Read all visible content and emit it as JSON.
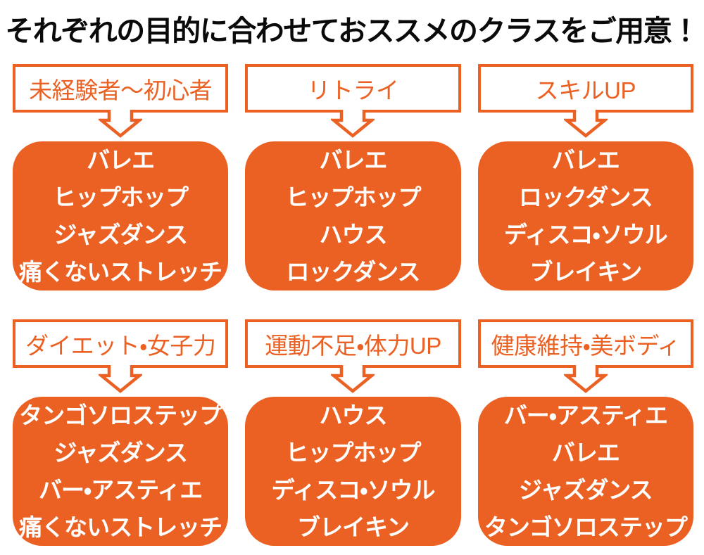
{
  "title": "それぞれの目的に合わせておススメのクラスをご用意！",
  "colors": {
    "accent": "#EB6123",
    "text_on_accent": "#FFFFFF",
    "title_color": "#0A0A0A"
  },
  "icons": {
    "down_arrow": "down-arrow-icon"
  },
  "groups": [
    {
      "label": "未経験者～初心者",
      "items": [
        "バレエ",
        "ヒップホップ",
        "ジャズダンス",
        "痛くないストレッチ"
      ]
    },
    {
      "label": "リトライ",
      "items": [
        "バレエ",
        "ヒップホップ",
        "ハウス",
        "ロックダンス"
      ]
    },
    {
      "label": "スキルUP",
      "items": [
        "バレエ",
        "ロックダンス",
        "ディスコ・ソウル",
        "ブレイキン"
      ]
    },
    {
      "label": "ダイエット・女子力",
      "items": [
        "タンゴソロステップ",
        "ジャズダンス",
        "バー・アスティエ",
        "痛くないストレッチ"
      ]
    },
    {
      "label": "運動不足・体力UP",
      "items": [
        "ハウス",
        "ヒップホップ",
        "ディスコ・ソウル",
        "ブレイキン"
      ]
    },
    {
      "label": "健康維持・美ボディ",
      "items": [
        "バー・アスティエ",
        "バレエ",
        "ジャズダンス",
        "タンゴソロステップ"
      ]
    }
  ]
}
